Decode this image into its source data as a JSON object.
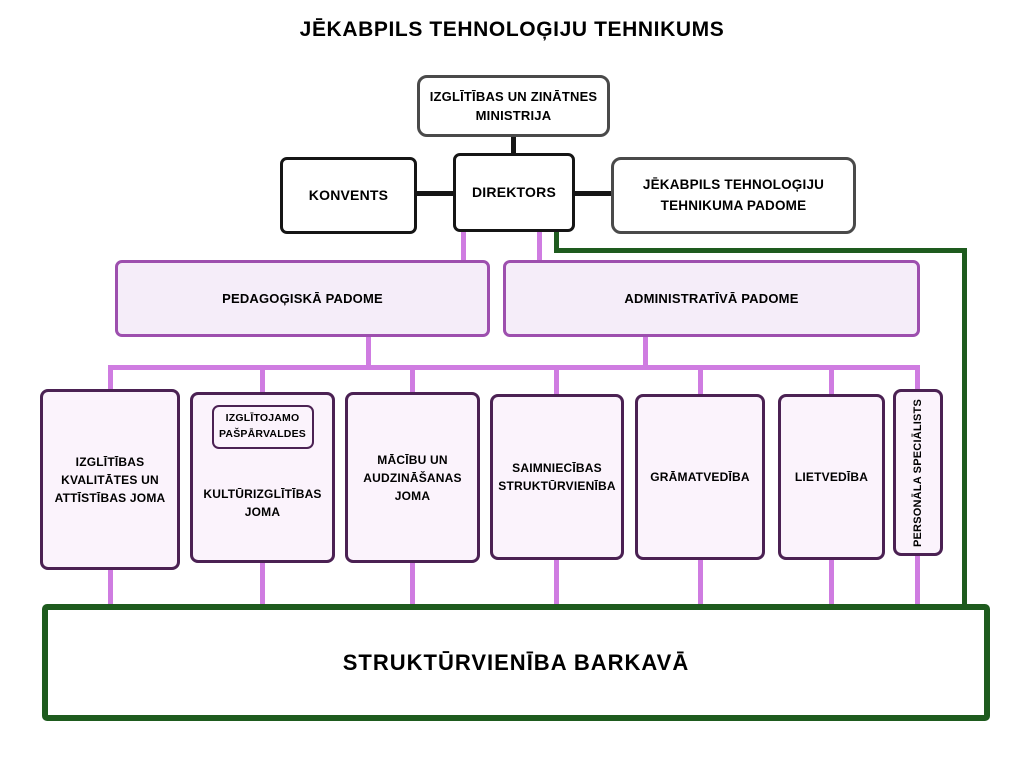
{
  "title": "JĒKABPILS TEHNOLOĢIJU TEHNIKUMS",
  "nodes": {
    "ministrija": {
      "label": "IZGLĪTĪBAS UN ZINĀTNES MINISTRIJA"
    },
    "konvents": {
      "label": "KONVENTS"
    },
    "direktors": {
      "label": "DIREKTORS"
    },
    "tehnikuma_padome": {
      "label": "JĒKABPILS TEHNOLOĢIJU TEHNIKUMA PADOME"
    },
    "pedagogiska_padome": {
      "label": "PEDAGOĢISKĀ PADOME"
    },
    "administrativa_padome": {
      "label": "ADMINISTRATĪVĀ PADOME"
    },
    "izglitibas_kvalitates_joma": {
      "label": "IZGLĪTĪBAS KVALITĀTES UN ATTĪSTĪBAS JOMA"
    },
    "izglitojamo_pasparvaldes": {
      "label": "IZGLĪTOJAMO PAŠPĀRVALDES"
    },
    "kulturizglitibas_joma": {
      "label": "KULTŪRIZGLĪTĪBAS JOMA"
    },
    "macibu_joma": {
      "label": "MĀCĪBU UN AUDZINĀŠANAS JOMA"
    },
    "saimniecibas_strukturvieniba": {
      "label": "SAIMNIECĪBAS STRUKTŪRVIENĪBA"
    },
    "gramatvediba": {
      "label": "GRĀMATVEDĪBA"
    },
    "lietvediba": {
      "label": "LIETVEDĪBA"
    },
    "personala_specialists": {
      "label": "PERSONĀLA SPECIĀLISTS"
    },
    "strukturvieniba_barkava": {
      "label": "STRUKTŪRVIENĪBA BARKAVĀ"
    }
  },
  "colors": {
    "connector_purple": "#cf7ce1",
    "border_purple": "#9d4fae",
    "border_plum": "#4b2153",
    "fill_padome": "#f5edf9",
    "fill_unit": "#fbf3fc",
    "green": "#1e5b1e",
    "black": "#151515",
    "gray": "#4a4a4a"
  }
}
